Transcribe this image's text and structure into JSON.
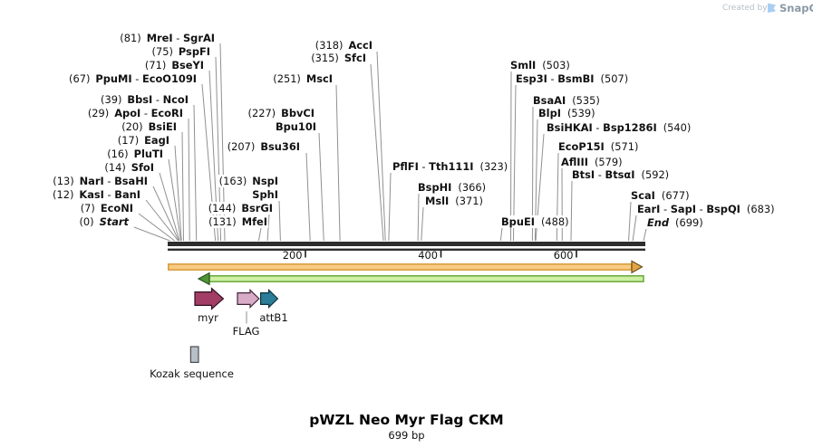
{
  "branding": {
    "created_by": "Created by",
    "brand": "SnapGene"
  },
  "map": {
    "title": "pWZL Neo Myr Flag CKM",
    "length_label": "699 bp",
    "axis": {
      "ticks": [
        {
          "pos": 200,
          "label": "200"
        },
        {
          "pos": 400,
          "label": "400"
        },
        {
          "pos": 600,
          "label": "600"
        }
      ]
    },
    "sites": [
      {
        "prefix": "(81)",
        "name": "MreI - SgrAI"
      },
      {
        "prefix": "(75)",
        "name": "PspFI"
      },
      {
        "prefix": "(71)",
        "name": "BseYI"
      },
      {
        "prefix": "(67)",
        "name": "PpuMI - EcoO109I"
      },
      {
        "prefix": "(39)",
        "name": "BbsI - NcoI"
      },
      {
        "prefix": "(29)",
        "name": "ApoI - EcoRI"
      },
      {
        "prefix": "(20)",
        "name": "BsiEI"
      },
      {
        "prefix": "(17)",
        "name": "EagI"
      },
      {
        "prefix": "(16)",
        "name": "PluTI"
      },
      {
        "prefix": "(14)",
        "name": "SfoI"
      },
      {
        "prefix": "(13)",
        "name": "NarI - BsaHI"
      },
      {
        "prefix": "(12)",
        "name": "KasI - BanI"
      },
      {
        "prefix": "(7)",
        "name": "EcoNI"
      },
      {
        "prefix": "(0)",
        "name": "Start",
        "italic": true
      },
      {
        "prefix": "(227)",
        "name": "BbvCI"
      },
      {
        "name": "Bpu10I"
      },
      {
        "prefix": "(207)",
        "name": "Bsu36I"
      },
      {
        "prefix": "(163)",
        "name": "NspI"
      },
      {
        "name": "SphI"
      },
      {
        "prefix": "(144)",
        "name": "BsrGI"
      },
      {
        "prefix": "(131)",
        "name": "MfeI"
      },
      {
        "prefix": "(318)",
        "name": "AccI"
      },
      {
        "prefix": "(315)",
        "name": "SfcI"
      },
      {
        "prefix": "(251)",
        "name": "MscI"
      },
      {
        "name": "PflFI - Tth111I",
        "suffix": "(323)"
      },
      {
        "name": "BspHI",
        "suffix": "(366)"
      },
      {
        "name": "MslI",
        "suffix": "(371)"
      },
      {
        "name": "BpuEI",
        "suffix": "(488)"
      },
      {
        "name": "SmlI",
        "suffix": "(503)"
      },
      {
        "name": "Esp3I - BsmBI",
        "suffix": "(507)"
      },
      {
        "name": "BsaAI",
        "suffix": "(535)"
      },
      {
        "name": "BlpI",
        "suffix": "(539)"
      },
      {
        "name": "BsiHKAI - Bsp1286I",
        "suffix": "(540)"
      },
      {
        "name": "EcoP15I",
        "suffix": "(571)"
      },
      {
        "name": "AflIII",
        "suffix": "(579)"
      },
      {
        "name": "BtsI - BtsαI",
        "suffix": "(592)"
      },
      {
        "name": "ScaI",
        "suffix": "(677)"
      },
      {
        "name": "EarI - SapI - BspQI",
        "suffix": "(683)"
      },
      {
        "name": "End",
        "suffix": "(699)",
        "italic": true
      }
    ],
    "features": [
      {
        "label": "myr",
        "color": "#a23e66"
      },
      {
        "label": "FLAG",
        "color": "#d8abc6"
      },
      {
        "label": "attB1",
        "color": "#2c7e98"
      },
      {
        "label": "Kozak sequence",
        "color": "#b7bfc7"
      }
    ],
    "strands": {
      "forward_color": "#f8cc82",
      "reverse_color": "#cdf0a2"
    }
  }
}
